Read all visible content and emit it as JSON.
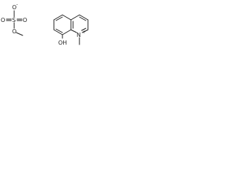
{
  "anion": {
    "sulfur": "S",
    "oxygen_top": "O",
    "oxygen_top_charge": "-",
    "oxygen_left": "O",
    "oxygen_right": "O",
    "oxygen_bottom": "O"
  },
  "cation": {
    "nitrogen": "N",
    "nitrogen_charge": "+",
    "hydroxyl": "OH"
  }
}
